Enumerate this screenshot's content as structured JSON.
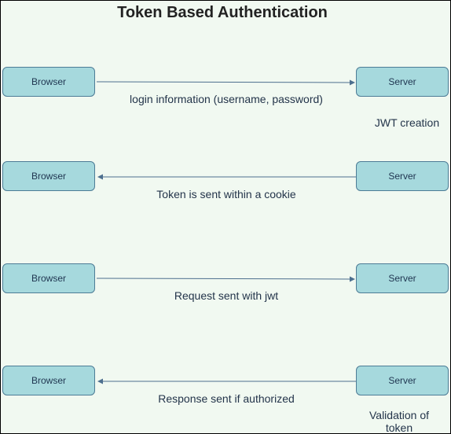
{
  "title": "Token Based Authentication",
  "rows": [
    {
      "left": "Browser",
      "right": "Server",
      "direction": "right",
      "label": "login information (username, password)"
    },
    {
      "left": "Browser",
      "right": "Server",
      "direction": "left",
      "label": "Token is sent within a cookie"
    },
    {
      "left": "Browser",
      "right": "Server",
      "direction": "right",
      "label": "Request sent with  jwt"
    },
    {
      "left": "Browser",
      "right": "Server",
      "direction": "left",
      "label": "Response sent if authorized"
    }
  ],
  "notes": {
    "jwt_creation": "JWT creation",
    "validation_line1": "Validation of",
    "validation_line2": "token"
  },
  "colors": {
    "background": "#f1f9f1",
    "node_fill": "#a6d9dd",
    "node_border": "#4d7c96",
    "arrow": "#4d6f8e",
    "text": "#23344a"
  }
}
